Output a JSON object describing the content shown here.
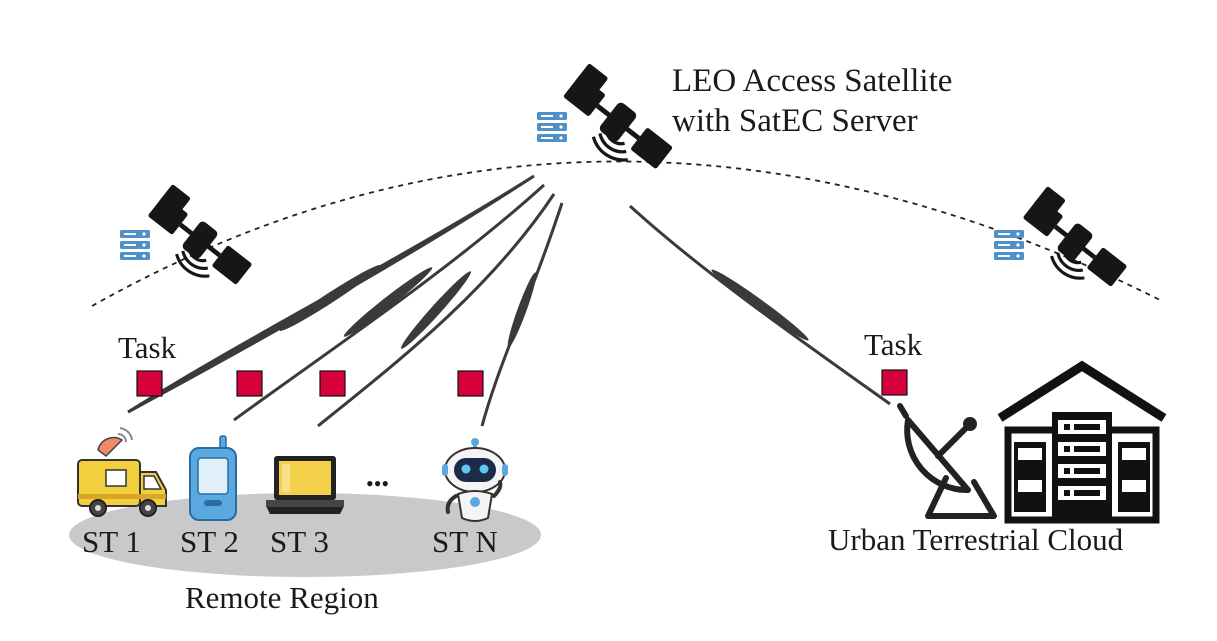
{
  "access_satellite": {
    "label_line1": "LEO Access Satellite",
    "label_line2": "with SatEC Server"
  },
  "tasks": {
    "left_label": "Task",
    "right_label": "Task"
  },
  "terminals": [
    {
      "label": "ST 1",
      "icon": "van-with-dish-icon"
    },
    {
      "label": "ST 2",
      "icon": "phone-icon"
    },
    {
      "label": "ST 3",
      "icon": "laptop-icon"
    },
    {
      "label": "ST N",
      "icon": "robot-icon"
    }
  ],
  "ellipsis": "•••",
  "region_label": "Remote Region",
  "cloud_label": "Urban Terrestrial Cloud",
  "colors": {
    "task": "#d6003a",
    "server": "#4f90c8",
    "link": "#3a3a3a",
    "region": "#c9c9c9",
    "van": "#f2cf3c",
    "phone": "#5aa8e0",
    "laptop_screen": "#f3d04a"
  }
}
